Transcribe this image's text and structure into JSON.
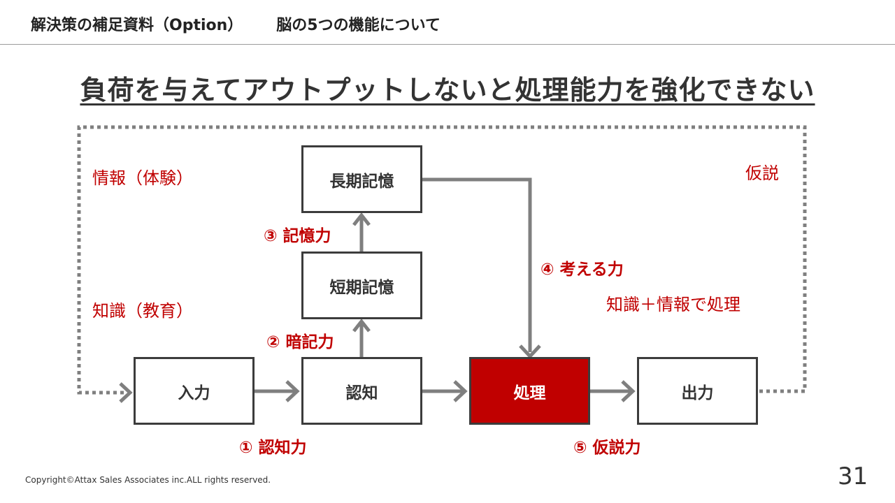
{
  "header": {
    "section": "解決策の補足資料（Option）",
    "topic": "脳の5つの機能について"
  },
  "title": "負荷を与えてアウトプットしないと処理能力を強化できない",
  "boxes": {
    "long_term": "長期記憶",
    "short_term": "短期記憶",
    "input": "入力",
    "cognition": "認知",
    "processing": "処理",
    "output": "出力"
  },
  "labels": {
    "info": "情報（体験）",
    "knowledge": "知識（教育）",
    "hypothesis": "仮説",
    "knowledge_info": "知識＋情報で処理"
  },
  "abilities": {
    "memory": "③ 記憶力",
    "rote": "② 暗記力",
    "thinking": "④ 考える力",
    "recognition": "① 認知力",
    "hypothesis": "⑤ 仮説力"
  },
  "footer": {
    "copyright": "Copyright©Attax Sales Associates inc.ALL rights reserved.",
    "page": "31"
  },
  "colors": {
    "accent": "#c00000",
    "arrow": "#7f7f7f",
    "border": "#3c3c3c"
  }
}
